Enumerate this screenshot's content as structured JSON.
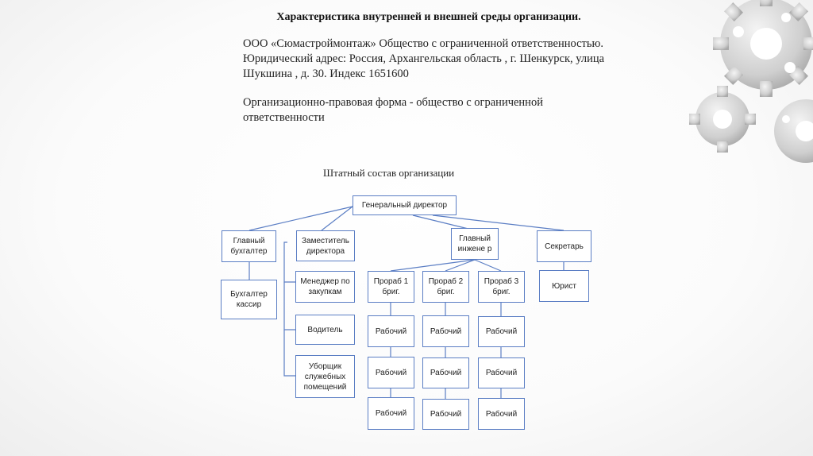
{
  "slide": {
    "title": "Характеристика внутренней и внешней среды организации.",
    "paragraph1": "ООО «Сюмастроймонтаж» Общество с ограниченной ответственностью. Юридический адрес: Россия, Архангельская область , г. Шенкурск, улица Шукшина , д. 30. Индекс 1651600",
    "paragraph2": "Организационно-правовая форма - общество с ограниченной ответственности"
  },
  "org_chart": {
    "title": "Штатный состав организации",
    "nodes": {
      "ceo": "Генеральный директор",
      "chief_accountant": "Главный бухгалтер",
      "deputy_director": "Заместитель директора",
      "chief_engineer": "Главный инжене р",
      "secretary": "Секретарь",
      "accountant_cashier": "Бухгалтер кассир",
      "purchasing_manager": "Менеджер по закупкам",
      "driver": "Водитель",
      "cleaner": "Уборщик служебных помещений",
      "foreman1": "Прораб 1 бриг.",
      "foreman2": "Прораб 2 бриг.",
      "foreman3": "Прораб 3 бриг.",
      "lawyer": "Юрист",
      "worker": "Рабочий"
    }
  }
}
